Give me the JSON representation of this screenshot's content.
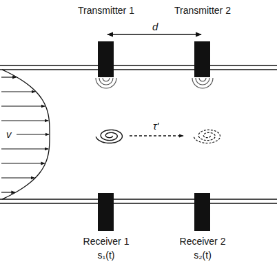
{
  "diagram": {
    "nodes": [
      {
        "text": [
          "Transmitter 1"
        ]
      },
      {
        "text": [
          "Transmitter 2"
        ]
      },
      {
        "text": [
          "Receiver 1",
          "s₁(t)"
        ]
      },
      {
        "text": [
          "Receiver 2",
          "s₂(t)"
        ]
      }
    ],
    "labels": [
      "d",
      "v",
      "τ'"
    ]
  }
}
